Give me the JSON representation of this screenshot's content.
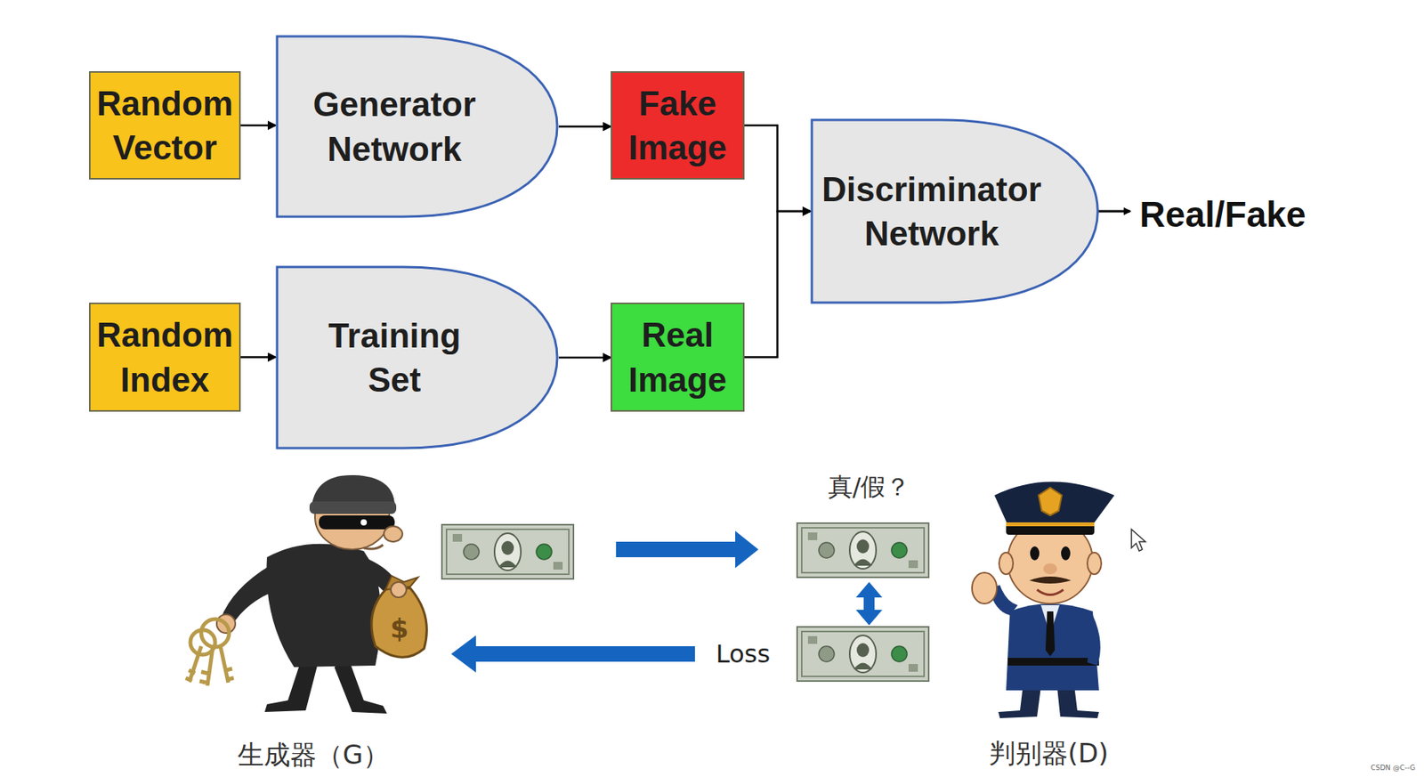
{
  "diagram": {
    "nodes": [
      {
        "text": [
          "Random Vector"
        ]
      },
      {
        "text": [
          "Generator Network"
        ]
      },
      {
        "text": [
          "Fake Image"
        ]
      },
      {
        "text": [
          "Random Index"
        ]
      },
      {
        "text": [
          "Training Set"
        ]
      },
      {
        "text": [
          "Real Image"
        ]
      },
      {
        "text": [
          "Discriminator Network"
        ]
      }
    ],
    "edges": [
      {
        "from": 0,
        "to": 1,
        "arrow": "to"
      },
      {
        "from": 1,
        "to": 2,
        "arrow": "to"
      },
      {
        "from": 3,
        "to": 4,
        "arrow": "to"
      },
      {
        "from": 4,
        "to": 5,
        "arrow": "to"
      },
      {
        "from": 2,
        "to": 6,
        "arrow": "to"
      },
      {
        "from": 5,
        "to": 6,
        "arrow": "to"
      }
    ],
    "labels": [
      "Real/Fake",
      "真/假？",
      "Loss",
      "生成器（G）",
      "判别器(D)",
      "$",
      "CSDN @C--G"
    ]
  }
}
